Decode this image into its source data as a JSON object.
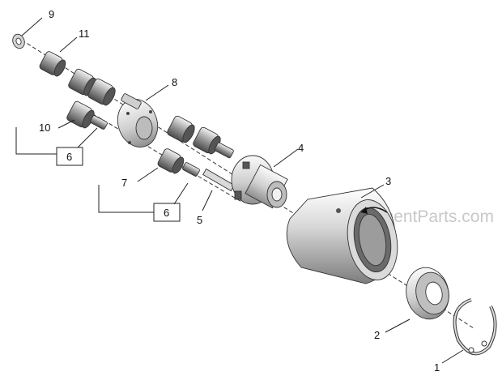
{
  "diagram": {
    "watermark": "eReplacementParts.com",
    "callouts": [
      {
        "id": "9",
        "text": "9"
      },
      {
        "id": "11",
        "text": "11"
      },
      {
        "id": "8",
        "text": "8"
      },
      {
        "id": "10",
        "text": "10"
      },
      {
        "id": "6a",
        "text": "6"
      },
      {
        "id": "4",
        "text": "4"
      },
      {
        "id": "7",
        "text": "7"
      },
      {
        "id": "6b",
        "text": "6"
      },
      {
        "id": "5",
        "text": "5"
      },
      {
        "id": "3",
        "text": "3"
      },
      {
        "id": "2",
        "text": "2"
      },
      {
        "id": "1",
        "text": "1"
      }
    ]
  }
}
